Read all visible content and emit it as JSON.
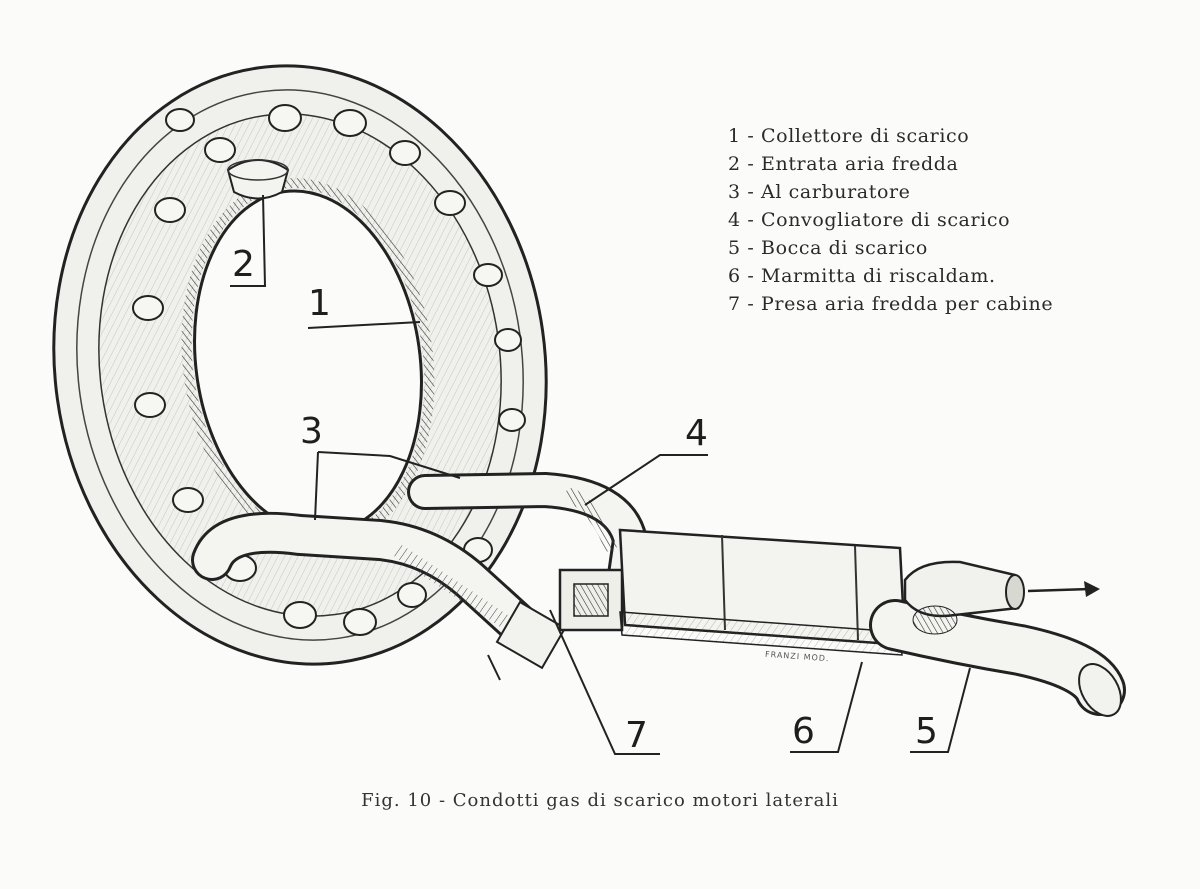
{
  "legend": [
    {
      "num": "1",
      "sep": "-",
      "text": "Collettore di scarico"
    },
    {
      "num": "2",
      "sep": "-",
      "text": "Entrata aria fredda"
    },
    {
      "num": "3",
      "sep": "-",
      "text": "Al carburatore"
    },
    {
      "num": "4",
      "sep": "-",
      "text": "Convogliatore di scarico"
    },
    {
      "num": "5",
      "sep": "-",
      "text": "Bocca di scarico"
    },
    {
      "num": "6",
      "sep": "-",
      "text": "Marmitta di riscaldam."
    },
    {
      "num": "7",
      "sep": "-",
      "text": "Presa aria fredda per cabine"
    }
  ],
  "callouts": {
    "c1": "1",
    "c2": "2",
    "c3": "3",
    "c4": "4",
    "c5": "5",
    "c6": "6",
    "c7": "7"
  },
  "caption": "Fig. 10 - Condotti gas di scarico motori laterali",
  "signature": "FRANZI  MOD."
}
